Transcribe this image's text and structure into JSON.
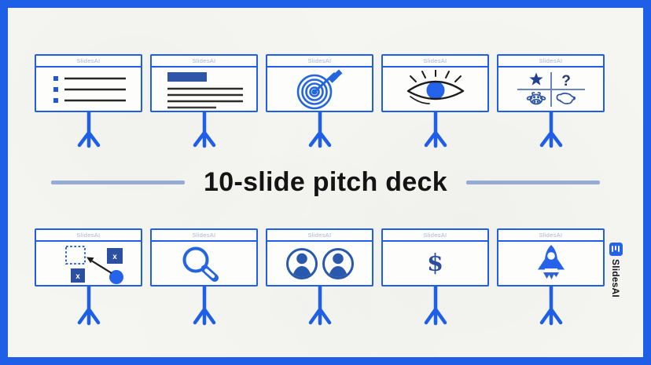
{
  "poster": {
    "title": "10-slide pitch deck",
    "board_header_brand": "SlidesAI",
    "watermark": {
      "label": "SlidesAI"
    },
    "slides": [
      {
        "name": "bullet-list",
        "description": "slide with three bulleted text lines"
      },
      {
        "name": "title-and-text",
        "description": "slide with blue title bar and four text lines"
      },
      {
        "name": "goal-target",
        "description": "slide with dart hitting bullseye target"
      },
      {
        "name": "vision-eye",
        "description": "slide with eye, blue iris"
      },
      {
        "name": "bcg-matrix",
        "description": "2x2 matrix: star, question mark, cow, dog",
        "question_mark": "?"
      },
      {
        "name": "product-positioning",
        "description": "dashed box, two x squares, circle, arrow",
        "x_marker": "x"
      },
      {
        "name": "market-research",
        "description": "magnifying glass slide"
      },
      {
        "name": "team",
        "description": "two user avatars"
      },
      {
        "name": "financials",
        "description": "dollar sign slide",
        "dollar": "$"
      },
      {
        "name": "launch-rocket",
        "description": "rocket taking off"
      }
    ],
    "colors": {
      "frame_blue": "#1f5fe8",
      "bright_blue": "#2563eb",
      "dark_blue": "#2b50a2",
      "navy": "#2c4c9c",
      "ink": "#1c1c1c",
      "text_line": "#2b2b2b",
      "divider": "#96abd4",
      "header_text": "#a8b6da",
      "background": "#f5f5f1",
      "board_bg": "#fdfdfb"
    }
  }
}
